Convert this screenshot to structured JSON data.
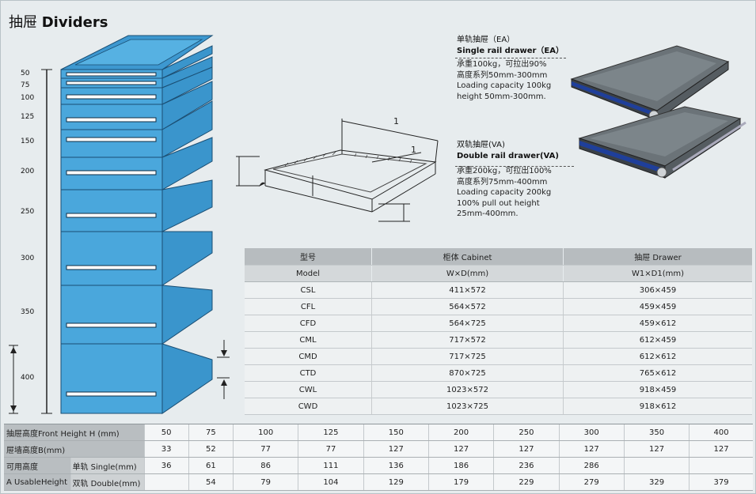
{
  "title": {
    "cn": "抽屉",
    "en": "Dividers"
  },
  "height_labels": [
    "50",
    "75",
    "100",
    "125",
    "150",
    "200",
    "250",
    "300",
    "350",
    "400"
  ],
  "diagram_labels": {
    "width": "1",
    "depth": "1"
  },
  "single_rail": {
    "title_cn": "单轨抽屉（EA）",
    "title_en": "Single rail drawer（EA）",
    "lines": [
      "承重100kg，可拉出90%",
      "高度系列50mm-300mm",
      "Loading capacity 100kg",
      "height 50mm-300mm."
    ]
  },
  "double_rail": {
    "title_cn": "双轨抽屉(VA)",
    "title_en": "Double rail drawer(VA)",
    "lines": [
      "承重200kg，可拉出100%",
      "高度系列75mm-400mm",
      "Loading capacity 200kg",
      "100% pull out height",
      "25mm-400mm."
    ]
  },
  "spec_table": {
    "headers": [
      "型号",
      "柜体 Cabinet",
      "抽屉 Drawer"
    ],
    "subheaders": [
      "Model",
      "W×D(mm)",
      "W1×D1(mm)"
    ],
    "rows": [
      [
        "CSL",
        "411×572",
        "306×459"
      ],
      [
        "CFL",
        "564×572",
        "459×459"
      ],
      [
        "CFD",
        "564×725",
        "459×612"
      ],
      [
        "CML",
        "717×572",
        "612×459"
      ],
      [
        "CMD",
        "717×725",
        "612×612"
      ],
      [
        "CTD",
        "870×725",
        "765×612"
      ],
      [
        "CWL",
        "1023×572",
        "918×459"
      ],
      [
        "CWD",
        "1023×725",
        "918×612"
      ]
    ]
  },
  "dims_table": {
    "front_label": "抽屉高度Front Height H (mm)",
    "front": [
      "50",
      "75",
      "100",
      "125",
      "150",
      "200",
      "250",
      "300",
      "350",
      "400"
    ],
    "wall_label": "屉墙高度B(mm)",
    "wall": [
      "33",
      "52",
      "77",
      "77",
      "127",
      "127",
      "127",
      "127",
      "127",
      "127"
    ],
    "usable_label_cn": "可用高度",
    "usable_label_en": "A UsableHeight",
    "single_label": "单轨 Single(mm)",
    "single": [
      "36",
      "61",
      "86",
      "111",
      "136",
      "186",
      "236",
      "286",
      "",
      ""
    ],
    "double_label": "双轨 Double(mm)",
    "double": [
      "",
      "54",
      "79",
      "104",
      "129",
      "179",
      "229",
      "279",
      "329",
      "379"
    ]
  },
  "colors": {
    "drawer_blue": "#4aa7dc",
    "drawer_dark": "#2e86bd",
    "bg": "#e7ecee",
    "header": "#b7bcbf"
  }
}
